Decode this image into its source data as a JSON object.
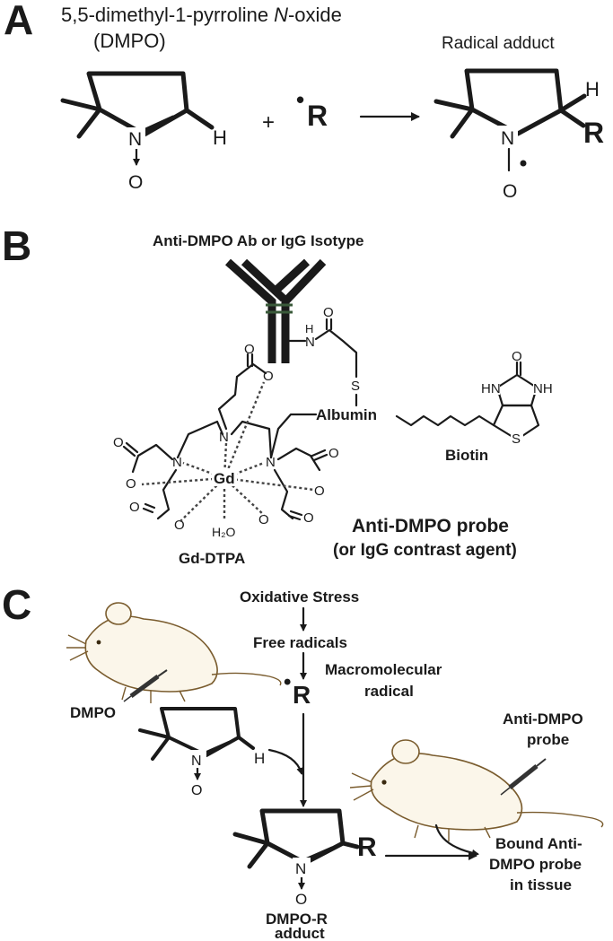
{
  "panel_a": {
    "letter": "A",
    "dmpo_name": "5,5-dimethyl-1-pyrroline",
    "dmpo_name_italic": "N",
    "dmpo_name_suffix": "-oxide",
    "dmpo_abbr": "(DMPO)",
    "adduct_title": "Radical adduct",
    "plus": "+",
    "radical_dot": "•",
    "radical": "R",
    "atom_n": "N",
    "atom_o": "O",
    "atom_h": "H",
    "atom_r": "R"
  },
  "panel_b": {
    "letter": "B",
    "antibody_title": "Anti-DMPO Ab or IgG Isotype",
    "atom_h": "H",
    "atom_n": "N",
    "atom_o": "O",
    "atom_s": "S",
    "albumin": "Albumin",
    "biotin": "Biotin",
    "biotin_hn": "HN",
    "biotin_nh": "NH",
    "gd": "Gd",
    "water": "H₂O",
    "gd_dtpa": "Gd-DTPA",
    "probe_title": "Anti-DMPO probe",
    "probe_subtitle": "(or IgG contrast agent)"
  },
  "panel_c": {
    "letter": "C",
    "oxidative_stress": "Oxidative Stress",
    "free_radicals": "Free radicals",
    "radical_dot": "•",
    "radical": "R",
    "macro_line1": "Macromolecular",
    "macro_line2": "radical",
    "dmpo_label": "DMPO",
    "anti_dmpo_line1": "Anti-DMPO",
    "anti_dmpo_line2": "probe",
    "bound_line1": "Bound Anti-",
    "bound_line2": "DMPO probe",
    "bound_line3": "in tissue",
    "adduct_line1": "DMPO-R",
    "adduct_line2": "adduct",
    "atom_n": "N",
    "atom_o": "O",
    "atom_h": "H",
    "atom_r": "R"
  },
  "colors": {
    "ink": "#1a1a1a",
    "antibody_hinge": "#3a5a3a",
    "mouse_fill": "#fbf6ea",
    "mouse_outline": "#7a5c2e"
  }
}
